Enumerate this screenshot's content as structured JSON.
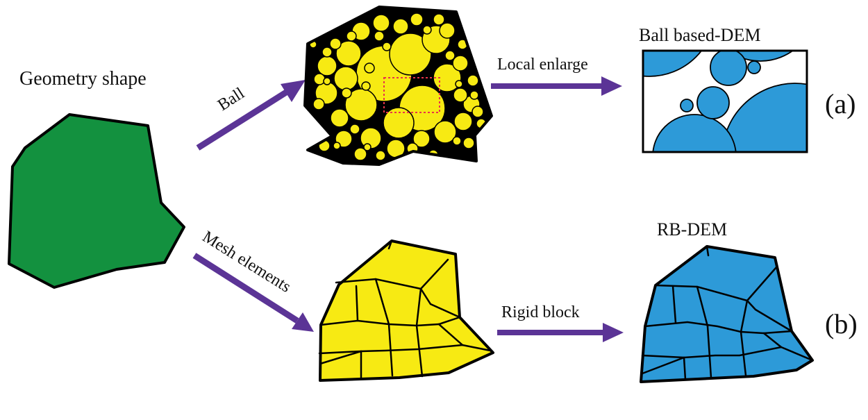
{
  "labels": {
    "geometry_shape": "Geometry shape",
    "ball": "Ball",
    "mesh_elements": "Mesh elements",
    "local_enlarge": "Local enlarge",
    "rigid_block": "Rigid block",
    "ball_based_dem": "Ball based-DEM",
    "rb_dem": "RB-DEM",
    "panel_a": "(a)",
    "panel_b": "(b)"
  },
  "colors": {
    "green_shape": "#13913f",
    "yellow_fill": "#f7ea13",
    "blue_fill": "#2d9ad8",
    "arrow": "#5b3496",
    "outline": "#000000",
    "zoom_box": "#e8334a"
  },
  "icons": {
    "arrows": "thick-purple-arrow",
    "zoom_marker": "dashed-red-square"
  }
}
